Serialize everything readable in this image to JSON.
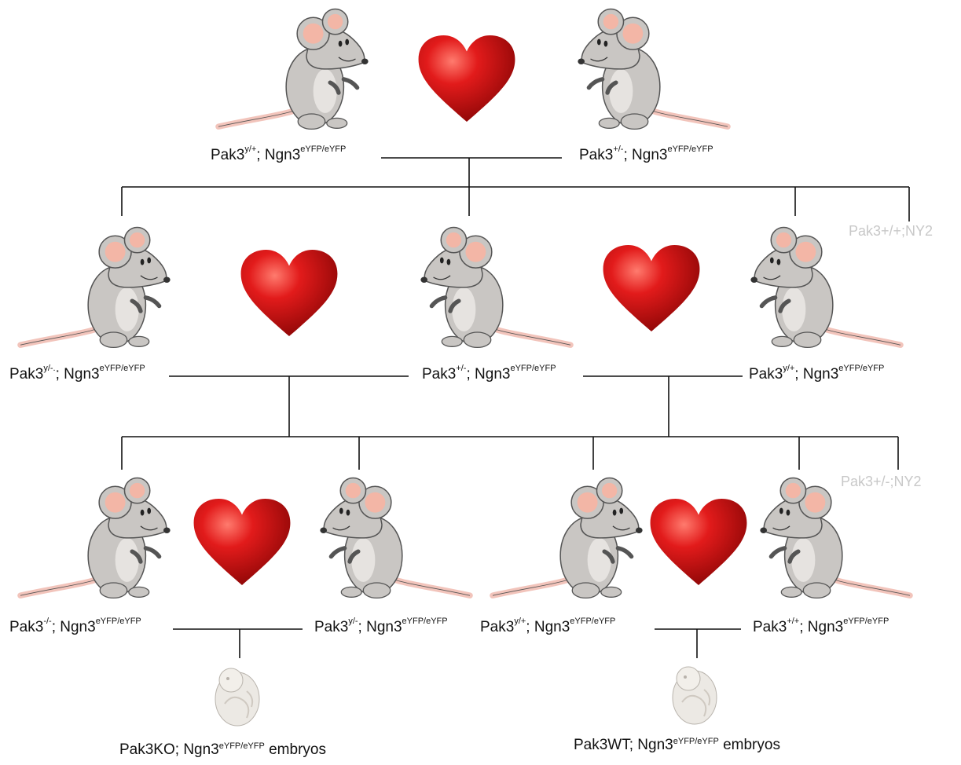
{
  "generation0": {
    "left": {
      "gene": "Pak3",
      "allele": "y/+",
      "sep": "; ",
      "gene2": "Ngn3",
      "allele2": "eYFP/eYFP"
    },
    "right": {
      "gene": "Pak3",
      "allele": "+/-",
      "sep": "; ",
      "gene2": "Ngn3",
      "allele2": "eYFP/eYFP"
    }
  },
  "generation1": {
    "left": {
      "gene": "Pak3",
      "allele": "y/-.",
      "sep": "; ",
      "gene2": "Ngn3",
      "allele2": "eYFP/eYFP"
    },
    "middle": {
      "gene": "Pak3",
      "allele": "+/-",
      "sep": "; ",
      "gene2": "Ngn3",
      "allele2": "eYFP/eYFP"
    },
    "right": {
      "gene": "Pak3",
      "allele": "y/+",
      "sep": "; ",
      "gene2": "Ngn3",
      "allele2": "eYFP/eYFP"
    },
    "ghost_label": "Pak3+/+;NY2"
  },
  "generation2": {
    "a": {
      "gene": "Pak3",
      "allele": "-/-",
      "sep": "; ",
      "gene2": "Ngn3",
      "allele2": "eYFP/eYFP"
    },
    "b": {
      "gene": "Pak3",
      "allele": "y/-",
      "sep": "; ",
      "gene2": "Ngn3",
      "allele2": "eYFP/eYFP"
    },
    "c": {
      "gene": "Pak3",
      "allele": "y/+",
      "sep": "; ",
      "gene2": "Ngn3",
      "allele2": "eYFP/eYFP"
    },
    "d": {
      "gene": "Pak3",
      "allele": "+/+",
      "sep": "; ",
      "gene2": "Ngn3",
      "allele2": "eYFP/eYFP"
    },
    "ghost_label": "Pak3+/-;NY2"
  },
  "embryos": {
    "ko": {
      "prefix": "Pak3KO; Ngn3",
      "allele": "eYFP/eYFP",
      "suffix": " embryos"
    },
    "wt": {
      "prefix": "Pak3WT; Ngn3",
      "allele": "eYFP/eYFP",
      "suffix": " embryos"
    }
  },
  "colors": {
    "heart": "#d41616",
    "mouse_fur": "#c9c6c3",
    "ear_inner": "#f3b6a6",
    "tail": "#f2c4bb",
    "line": "#111111",
    "ghost": "#c8c8c8"
  }
}
